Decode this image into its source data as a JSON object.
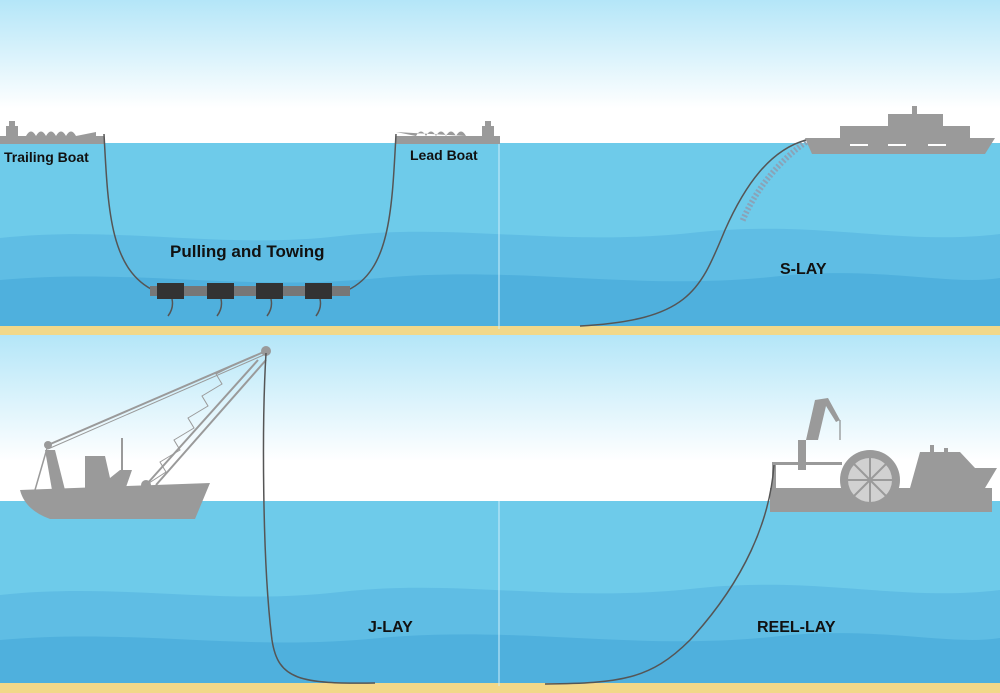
{
  "panels": {
    "towing": {
      "title": "Pulling and Towing",
      "trailing": "Trailing Boat",
      "lead": "Lead Boat"
    },
    "slay": {
      "title": "S-LAY"
    },
    "jlay": {
      "title": "J-LAY"
    },
    "reellay": {
      "title": "REEL-LAY"
    }
  },
  "colors": {
    "water": "#6ecbea",
    "water_mid": "#5fbde4",
    "water_deep": "#4fb0dd",
    "sand": "#f2d889",
    "ship": "#9a9a9a",
    "pipe": "#555555"
  }
}
